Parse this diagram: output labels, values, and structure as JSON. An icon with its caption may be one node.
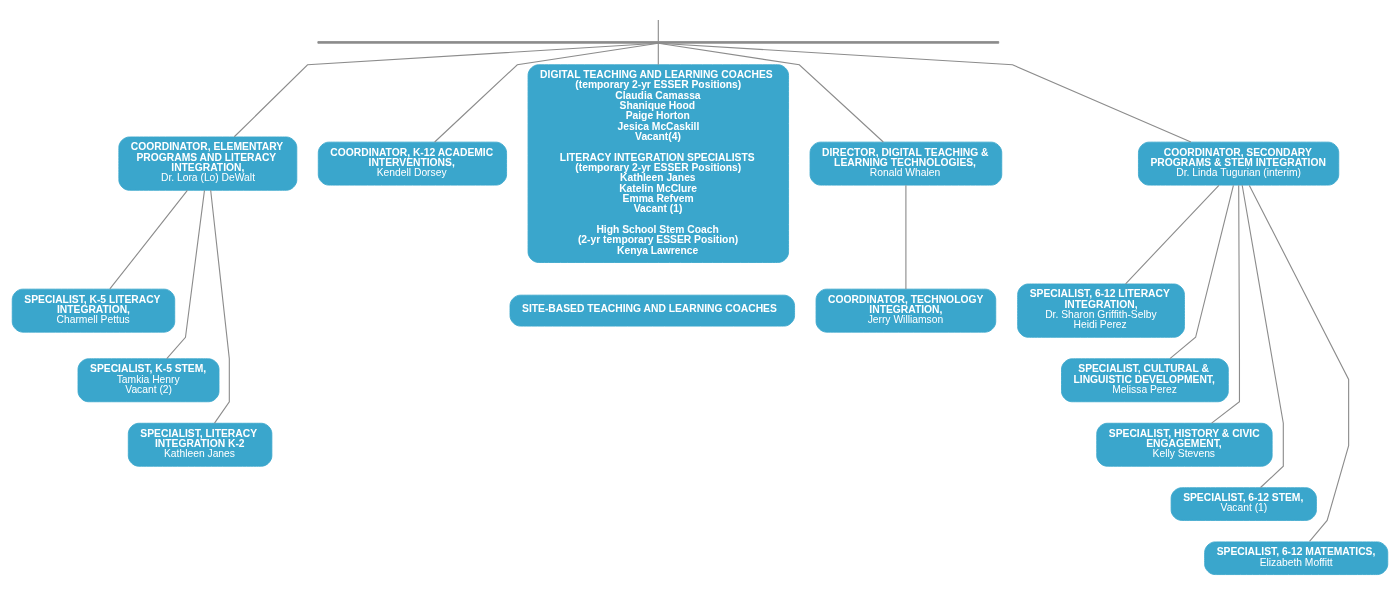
{
  "diagram": {
    "nodes": [
      {
        "text": [],
        "shape": "bar"
      },
      {
        "text": [
          "COORDINATOR, ELEMENTARY PROGRAMS AND LITERACY INTEGRATION,",
          "Dr. Lora (Lo) DeWalt"
        ]
      },
      {
        "text": [
          "COORDINATOR, K-12 ACADEMIC INTERVENTIONS,",
          "Kendell Dorsey"
        ]
      },
      {
        "text": [
          "DIGITAL TEACHING AND LEARNING COACHES",
          "(temporary 2-yr ESSER Positions)",
          "Claudia Camassa",
          "Shanique Hood",
          "Paige Horton",
          "Jesica McCaskill",
          "Vacant(4)",
          "LITERACY INTEGRATION SPECIALISTS",
          "(temporary 2-yr ESSER Positions)",
          "Kathleen Janes",
          "Katelin McClure",
          "Emma Refvem",
          "Vacant (1)",
          "High School Stem Coach",
          "(2-yr temporary ESSER Position)",
          "Kenya Lawrence"
        ]
      },
      {
        "text": [
          "DIRECTOR, DIGITAL TEACHING & LEARNING TECHNOLOGIES,",
          "Ronald Whalen"
        ]
      },
      {
        "text": [
          "COORDINATOR, SECONDARY PROGRAMS & STEM INTEGRATION",
          "Dr. Linda Tugurian (interim)"
        ]
      },
      {
        "text": [
          "SPECIALIST, K-5 LITERACY INTEGRATION,",
          "Charmell Pettus"
        ]
      },
      {
        "text": [
          "SPECIALIST, K-5 STEM,",
          "Tamkia Henry",
          "Vacant (2)"
        ]
      },
      {
        "text": [
          "SPECIALIST, LITERACY INTEGRATION K-2",
          "Kathleen Janes"
        ]
      },
      {
        "text": [
          "COORDINATOR, TECHNOLOGY INTEGRATION,",
          "Jerry Williamson"
        ]
      },
      {
        "text": [
          "SPECIALIST, 6-12 LITERACY INTEGRATION,",
          "Dr. Sharon Griffith-Selby",
          "Heidi Perez"
        ]
      },
      {
        "text": [
          "SPECIALIST, CULTURAL & LINGUISTIC DEVELOPMENT,",
          "Melissa Perez"
        ]
      },
      {
        "text": [
          "SPECIALIST, HISTORY & CIVIC ENGAGEMENT,",
          "Kelly Stevens"
        ]
      },
      {
        "text": [
          "SPECIALIST, 6-12 STEM,",
          "Vacant (1)"
        ]
      },
      {
        "text": [
          "SPECIALIST, 6-12 MATEMATICS,",
          "Elizabeth Moffitt"
        ]
      },
      {
        "text": [
          "SITE-BASED TEACHING AND LEARNING COACHES"
        ]
      }
    ],
    "edges": [
      {
        "from": null,
        "to": 0,
        "arrow": "none"
      },
      {
        "from": 0,
        "to": 1,
        "arrow": "none"
      },
      {
        "from": 0,
        "to": 2,
        "arrow": "none"
      },
      {
        "from": 0,
        "to": 3,
        "arrow": "none"
      },
      {
        "from": 0,
        "to": 4,
        "arrow": "none"
      },
      {
        "from": 0,
        "to": 5,
        "arrow": "none"
      },
      {
        "from": 1,
        "to": 6,
        "arrow": "none"
      },
      {
        "from": 1,
        "to": 7,
        "arrow": "none"
      },
      {
        "from": 1,
        "to": 8,
        "arrow": "none"
      },
      {
        "from": 4,
        "to": 9,
        "arrow": "none"
      },
      {
        "from": 5,
        "to": 10,
        "arrow": "none"
      },
      {
        "from": 5,
        "to": 11,
        "arrow": "none"
      },
      {
        "from": 5,
        "to": 12,
        "arrow": "none"
      },
      {
        "from": 5,
        "to": 13,
        "arrow": "none"
      },
      {
        "from": 5,
        "to": 14,
        "arrow": "none"
      }
    ]
  }
}
